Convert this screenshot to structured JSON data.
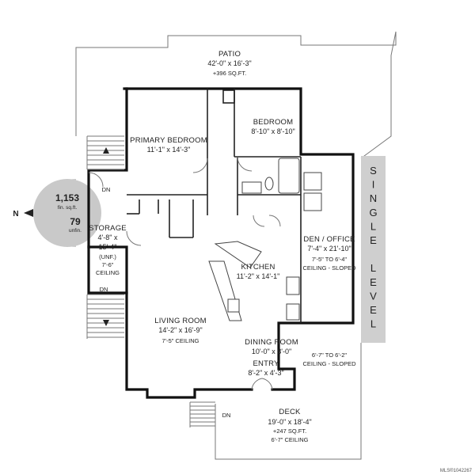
{
  "rooms": {
    "patio": {
      "name": "PATIO",
      "dims": "42'-0\" x 16'-3\"",
      "extra": "+396 SQ.FT."
    },
    "bedroom": {
      "name": "BEDROOM",
      "dims": "8'-10\" x 8'-10\""
    },
    "primary_bedroom": {
      "name": "PRIMARY BEDROOM",
      "dims": "11'-1\" x 14'-3\""
    },
    "storage": {
      "name": "STORAGE",
      "dims1": "4'-8\" x",
      "dims2": "15'-4\"",
      "note1": "(UNF.)",
      "note2": "7'-6\"",
      "note3": "CEILING"
    },
    "den": {
      "name": "DEN / OFFICE",
      "dims": "7'-4\" x 21'-10\"",
      "note1": "7'-5\" TO 6'-4\"",
      "note2": "CEILING - SLOPED"
    },
    "kitchen": {
      "name": "KITCHEN",
      "dims": "11'-2\" x 14'-1\""
    },
    "living": {
      "name": "LIVING ROOM",
      "dims": "14'-2\" x 16'-9\"",
      "note": "7'-5\" CEILING"
    },
    "dining": {
      "name": "DINING ROOM",
      "dims": "10'-0\" x 8'-0\""
    },
    "entry": {
      "name": "ENTRY",
      "dims": "8'-2\" x 4'-3\""
    },
    "slope_note": {
      "line1": "6'-7\" TO 6'-2\"",
      "line2": "CEILING - SLOPED"
    },
    "deck": {
      "name": "DECK",
      "dims": "19'-0\" x 18'-4\"",
      "extra": "+247 SQ.FT.",
      "note": "6'-7\" CEILING"
    }
  },
  "stairs": {
    "dn_top": "DN",
    "dn_bottom": "DN",
    "dn_deck": "DN"
  },
  "area_badge": {
    "finished_value": "1,153",
    "finished_unit": "fin. sq.ft.",
    "unfinished_value": "79",
    "unfinished_unit": "unfin.",
    "north": "N"
  },
  "level_banner": {
    "letters": [
      "S",
      "I",
      "N",
      "G",
      "L",
      "E",
      "",
      "L",
      "E",
      "V",
      "E",
      "L"
    ]
  },
  "listing_id": "MLS®1042267",
  "colors": {
    "badge": "#c9c9c9",
    "banner": "#cfcfcf",
    "wall": "#111111"
  }
}
